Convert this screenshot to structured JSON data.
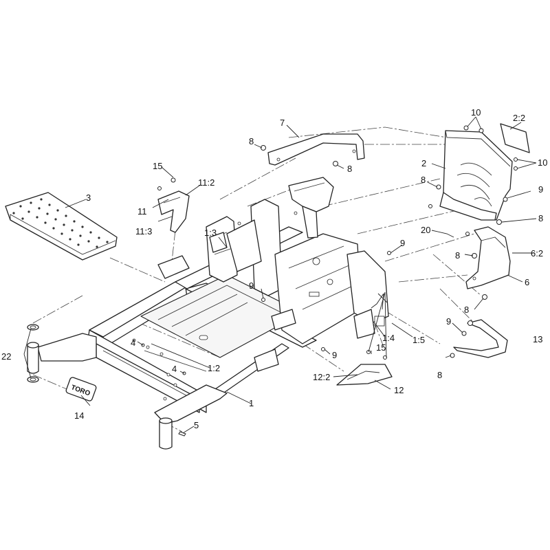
{
  "diagram": {
    "callouts": {
      "c_1": "1",
      "c_1_2": "1:2",
      "c_1_3": "1:3",
      "c_1_4": "1:4",
      "c_1_5": "1:5",
      "c_2": "2",
      "c_2_2": "2:2",
      "c_3": "3",
      "c_4a": "4",
      "c_4b": "4",
      "c_5": "5",
      "c_6": "6",
      "c_6_2": "6:2",
      "c_7": "7",
      "c_8a": "8",
      "c_8b": "8",
      "c_8c": "8",
      "c_8d": "8",
      "c_8e": "8",
      "c_8f": "8",
      "c_8g": "8",
      "c_9a": "9",
      "c_9b": "9",
      "c_9c": "9",
      "c_9d": "9",
      "c_9e": "9",
      "c_10a": "10",
      "c_10b": "10",
      "c_11": "11",
      "c_11_2": "11:2",
      "c_11_3": "11:3",
      "c_12": "12",
      "c_12_2": "12:2",
      "c_13": "13",
      "c_14": "14",
      "c_15a": "15",
      "c_15b": "15",
      "c_20": "20",
      "c_22": "22"
    },
    "logo_text": "TORO"
  }
}
